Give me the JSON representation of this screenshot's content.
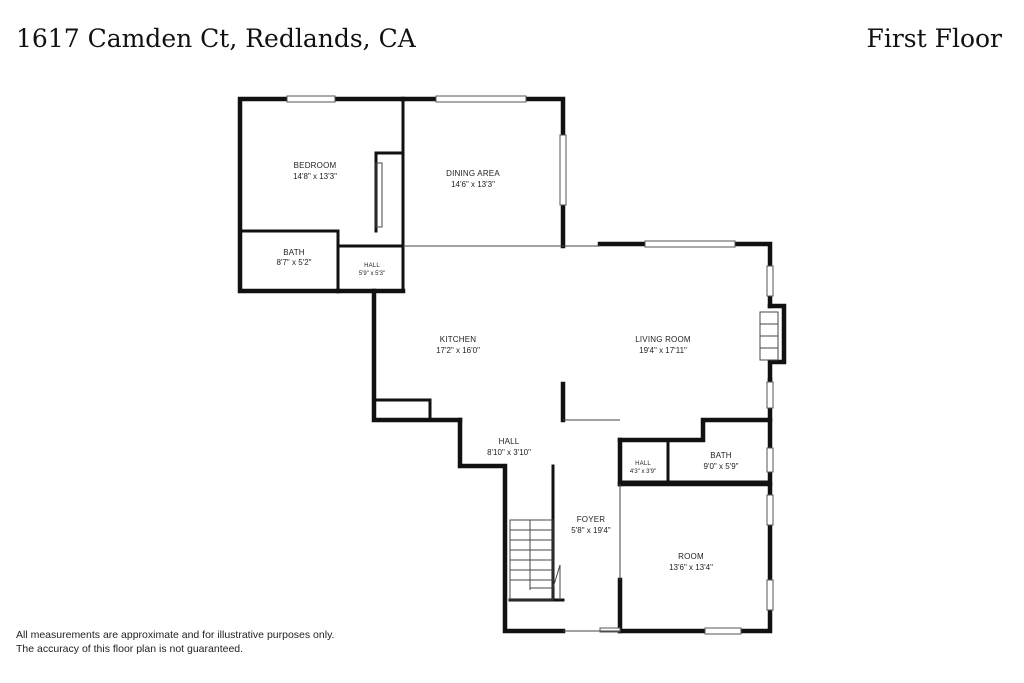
{
  "header": {
    "address": "1617 Camden Ct, Redlands, CA",
    "floor": "First Floor"
  },
  "rooms": {
    "bedroom": {
      "name": "BEDROOM",
      "dims": "14'8\" x 13'3\""
    },
    "dining": {
      "name": "DINING AREA",
      "dims": "14'6\" x 13'3\""
    },
    "bath1": {
      "name": "BATH",
      "dims": "8'7\" x 5'2\""
    },
    "hall1": {
      "name": "HALL",
      "dims": "5'9\" x 5'3\""
    },
    "kitchen": {
      "name": "KITCHEN",
      "dims": "17'2\" x 16'0\""
    },
    "living": {
      "name": "LIVING ROOM",
      "dims": "19'4\" x 17'11\""
    },
    "hall2": {
      "name": "HALL",
      "dims": "8'10\" x 3'10\""
    },
    "hall3": {
      "name": "HALL",
      "dims": "4'3\" x 3'9\""
    },
    "bath2": {
      "name": "BATH",
      "dims": "9'0\" x 5'9\""
    },
    "foyer": {
      "name": "FOYER",
      "dims": "5'8\" x 19'4\""
    },
    "room": {
      "name": "ROOM",
      "dims": "13'6\" x 13'4\""
    }
  },
  "disclaimer": {
    "line1": "All measurements are approximate and for illustrative purposes only.",
    "line2": "The accuracy of this floor plan is not guaranteed."
  }
}
